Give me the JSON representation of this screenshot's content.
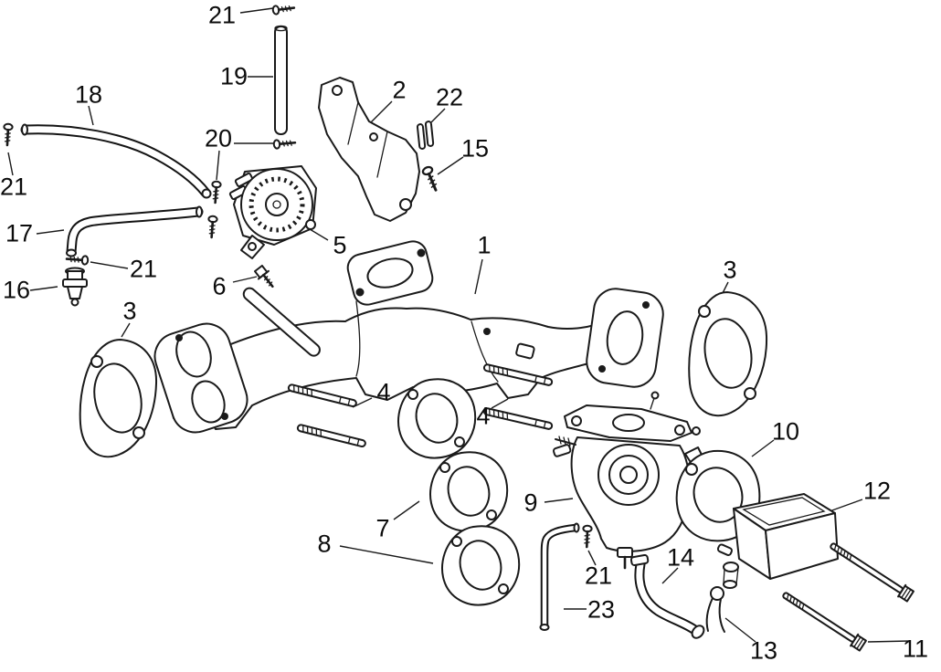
{
  "diagram": {
    "background": "#ffffff",
    "line_color": "#1a1a1a",
    "callouts": {
      "c21_top": "21",
      "c19": "19",
      "c18": "18",
      "c2": "2",
      "c22": "22",
      "c20": "20",
      "c15": "15",
      "c21_left": "21",
      "c17": "17",
      "c5": "5",
      "c1": "1",
      "c3_right": "3",
      "c16": "16",
      "c21_mid": "21",
      "c6": "6",
      "c3_left": "3",
      "c4_left": "4",
      "c4_right": "4",
      "c10": "10",
      "c9": "9",
      "c12": "12",
      "c7": "7",
      "c8": "8",
      "c14": "14",
      "c21_lower": "21",
      "c23": "23",
      "c13": "13",
      "c11": "11"
    }
  }
}
